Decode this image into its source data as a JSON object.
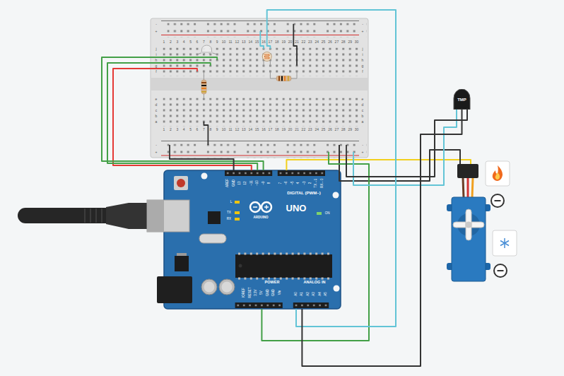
{
  "diagram": {
    "nodes": [
      {
        "text": [
          "-",
          "-",
          "+",
          "+",
          "1",
          "2",
          "3",
          "4",
          "5",
          "6",
          "7",
          "8",
          "9",
          "10",
          "11",
          "12",
          "13",
          "14",
          "15",
          "16",
          "17",
          "18",
          "19",
          "20",
          "21",
          "22",
          "23",
          "24",
          "25",
          "26",
          "27",
          "28",
          "29",
          "30",
          "j",
          "j",
          "i",
          "i",
          "h",
          "h",
          "g",
          "g",
          "f",
          "f",
          "e",
          "e",
          "d",
          "d",
          "c",
          "c",
          "b",
          "b",
          "a",
          "a",
          "1",
          "2",
          "3",
          "4",
          "5",
          "6",
          "7",
          "8",
          "9",
          "10",
          "11",
          "12",
          "13",
          "14",
          "15",
          "16",
          "17",
          "18",
          "19",
          "20",
          "21",
          "22",
          "23",
          "24",
          "25",
          "26",
          "27",
          "28",
          "29",
          "30",
          "-",
          "-",
          "+",
          "+"
        ]
      },
      {
        "text": [
          "TMP"
        ]
      },
      {
        "text": [
          "AREF",
          "GND",
          "13",
          "12",
          "~11",
          "~10",
          "~9",
          "8",
          "7",
          "~6",
          "~5",
          "4",
          "~3",
          "2",
          "TX→1",
          "RX←0",
          "DIGITAL (PWM~)",
          "UNO",
          "ARDUINO",
          "L",
          "TX",
          "RX",
          "ON",
          "IOREF",
          "RESET",
          "3.3V",
          "5V",
          "GND",
          "GND",
          "Vin",
          "POWER",
          "ANALOG IN",
          "A0",
          "A1",
          "A2",
          "A3",
          "A4",
          "A5"
        ]
      }
    ],
    "edges": [
      {
        "from": 2,
        "to": 0,
        "arrow": "none"
      },
      {
        "from": 2,
        "to": 0,
        "arrow": "none"
      },
      {
        "from": 2,
        "to": 0,
        "arrow": "none"
      },
      {
        "from": 2,
        "to": 0,
        "arrow": "none"
      },
      {
        "from": 2,
        "to": 0,
        "arrow": "none"
      },
      {
        "from": 2,
        "to": 0,
        "arrow": "none"
      },
      {
        "from": 1,
        "to": 0,
        "arrow": "none"
      },
      {
        "from": 1,
        "to": 2,
        "arrow": "none"
      },
      {
        "from": 1,
        "to": 0,
        "arrow": "none"
      }
    ]
  }
}
